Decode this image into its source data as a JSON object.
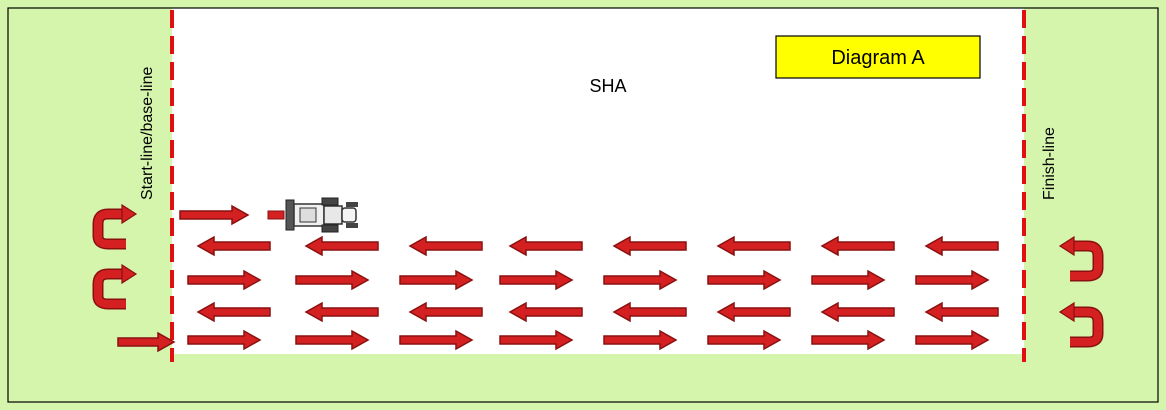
{
  "diagram": {
    "title_box": "Diagram A",
    "field_label": "SHA",
    "start_line_label": "Start-line/base-line",
    "finish_line_label": "Finish-line"
  },
  "colors": {
    "grass": "#d5f5ac",
    "field": "#ffffff",
    "boundary_line": "#e01010",
    "arrow_fill": "#d42020",
    "arrow_stroke": "#8a1010",
    "title_box_fill": "#ffff00",
    "border": "#000000"
  },
  "icons": {
    "mower": "ride-on-mower-icon",
    "u_turn": "u-turn-arrow-icon",
    "direction": "direction-arrow-icon"
  }
}
